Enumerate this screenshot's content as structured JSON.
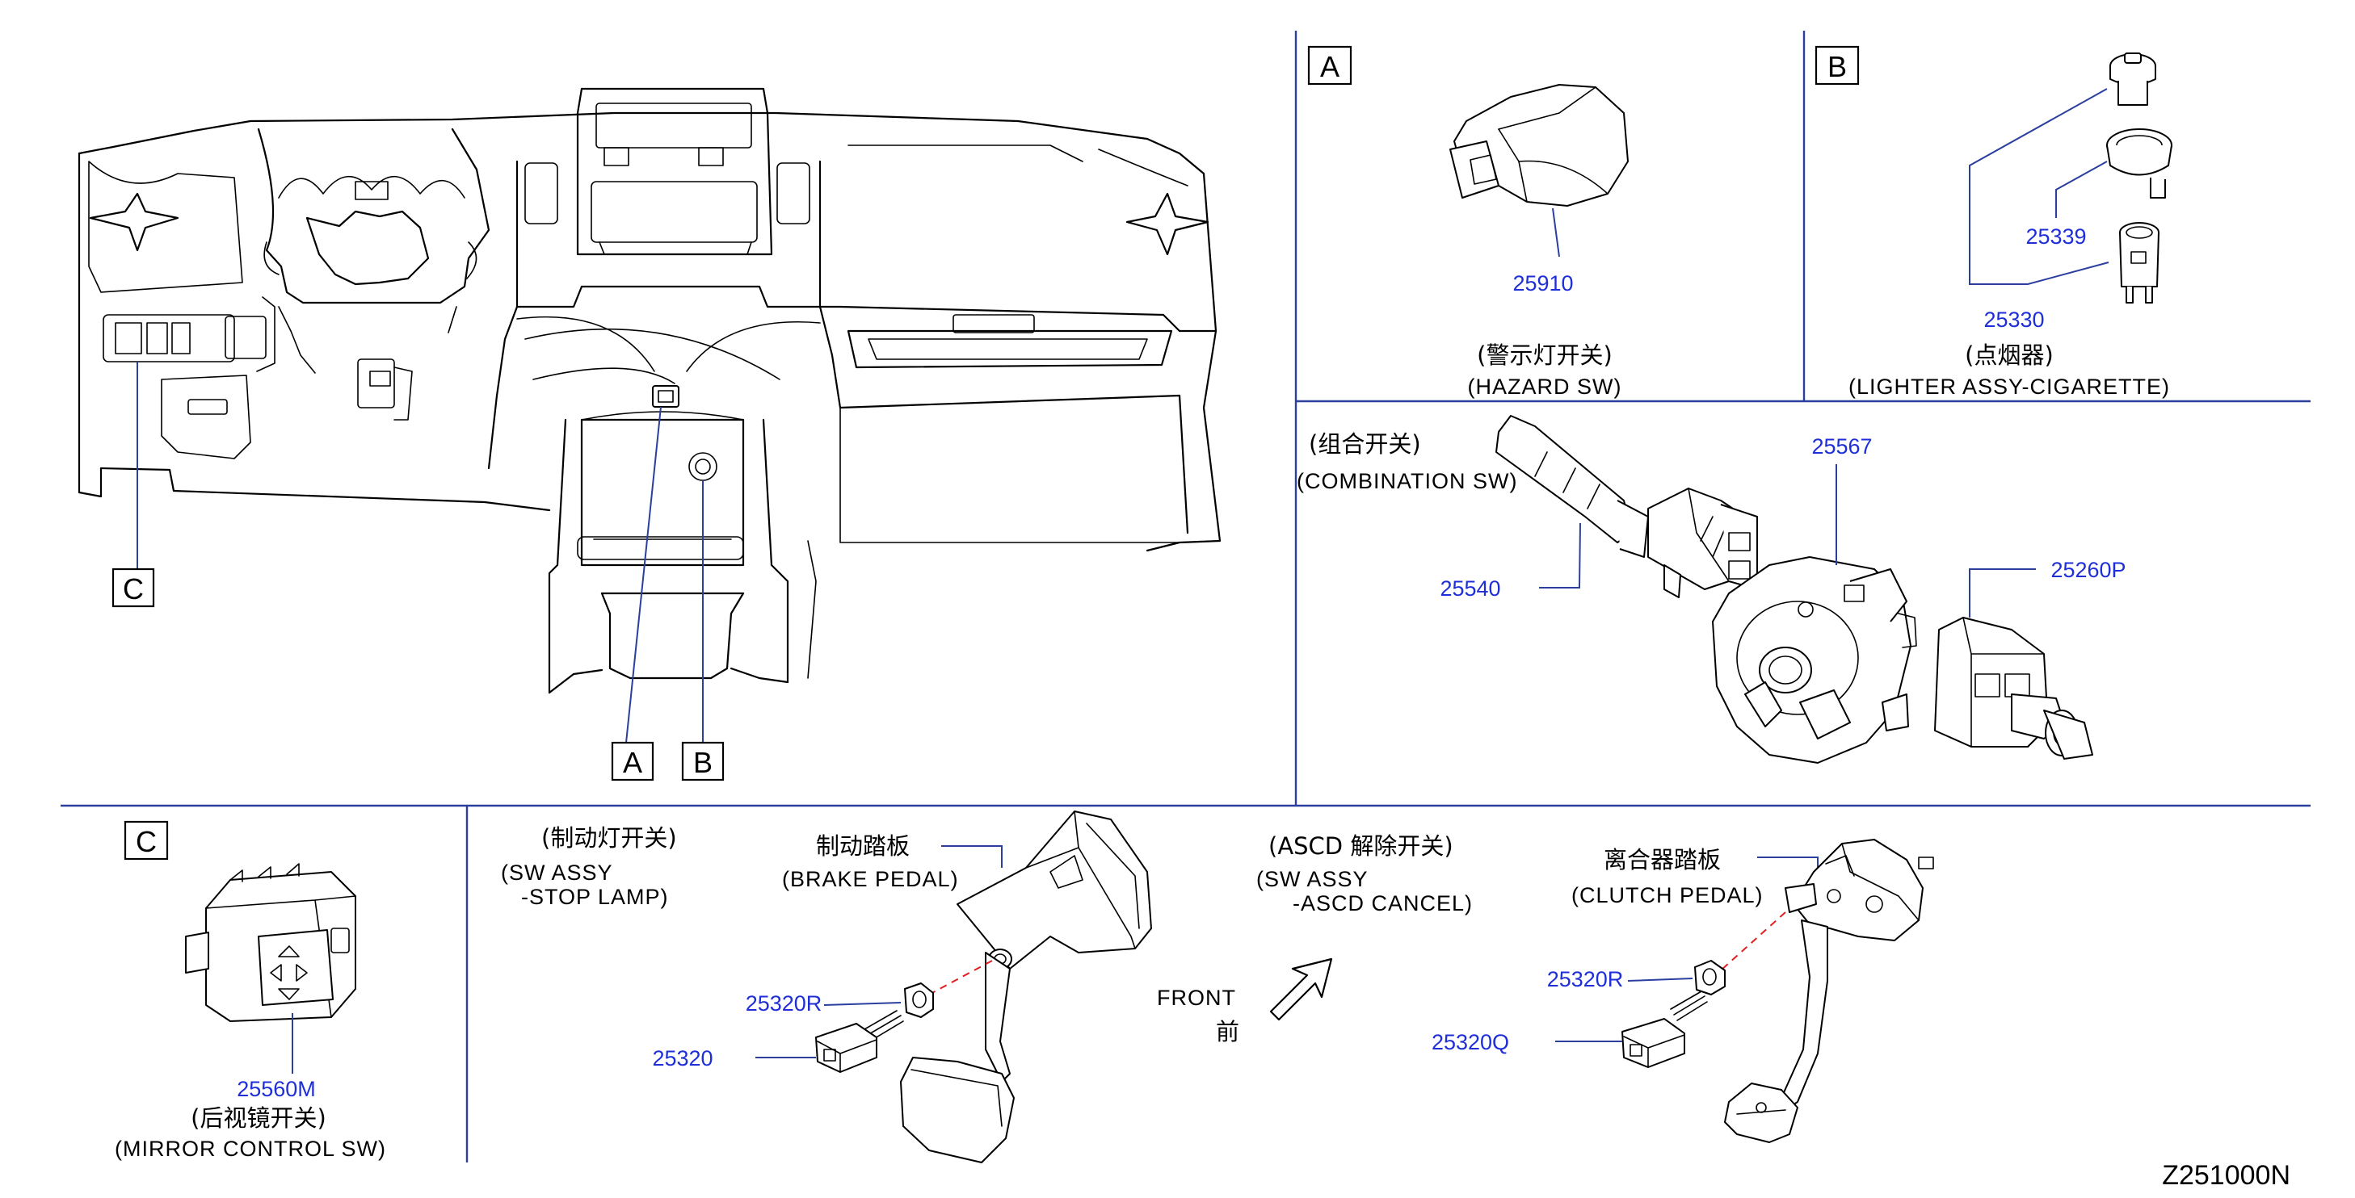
{
  "diagram_code": "Z251000N",
  "sections": {
    "A": {
      "letter": "A",
      "title_cn": "(警示灯开关)",
      "title_en": "(HAZARD   SW)",
      "parts": [
        {
          "number": "25910"
        }
      ]
    },
    "B": {
      "letter": "B",
      "title_cn": "(点烟器)",
      "title_en": "(LIGHTER   ASSY-CIGARETTE)",
      "parts": [
        {
          "number": "25339"
        },
        {
          "number": "25330"
        }
      ]
    },
    "combination": {
      "title_cn": "(组合开关)",
      "title_en": "(COMBINATION   SW)",
      "parts": [
        {
          "number": "25567"
        },
        {
          "number": "25540"
        },
        {
          "number": "25260P"
        }
      ]
    },
    "C": {
      "letter": "C",
      "title_cn": "(后视镜开关)",
      "title_en": "(MIRROR   CONTROL   SW)",
      "parts": [
        {
          "number": "25560M"
        }
      ]
    },
    "stop_lamp": {
      "title_cn": "(制动灯开关)",
      "title_en_1": "(SW   ASSY",
      "title_en_2": "-STOP   LAMP)",
      "pedal_cn": "制动踏板",
      "pedal_en": "(BRAKE   PEDAL)",
      "parts": [
        {
          "number": "25320R"
        },
        {
          "number": "25320"
        }
      ]
    },
    "ascd": {
      "title_cn": "(ASCD   解除开关)",
      "title_en_1": "(SW   ASSY",
      "title_en_2": "-ASCD   CANCEL)",
      "pedal_cn": "离合器踏板",
      "pedal_en": "(CLUTCH   PEDAL)",
      "parts": [
        {
          "number": "25320R"
        },
        {
          "number": "25320Q"
        }
      ]
    },
    "front": {
      "label_en": "FRONT",
      "label_cn": "前"
    }
  },
  "overview_callouts": [
    "C",
    "A",
    "B"
  ]
}
